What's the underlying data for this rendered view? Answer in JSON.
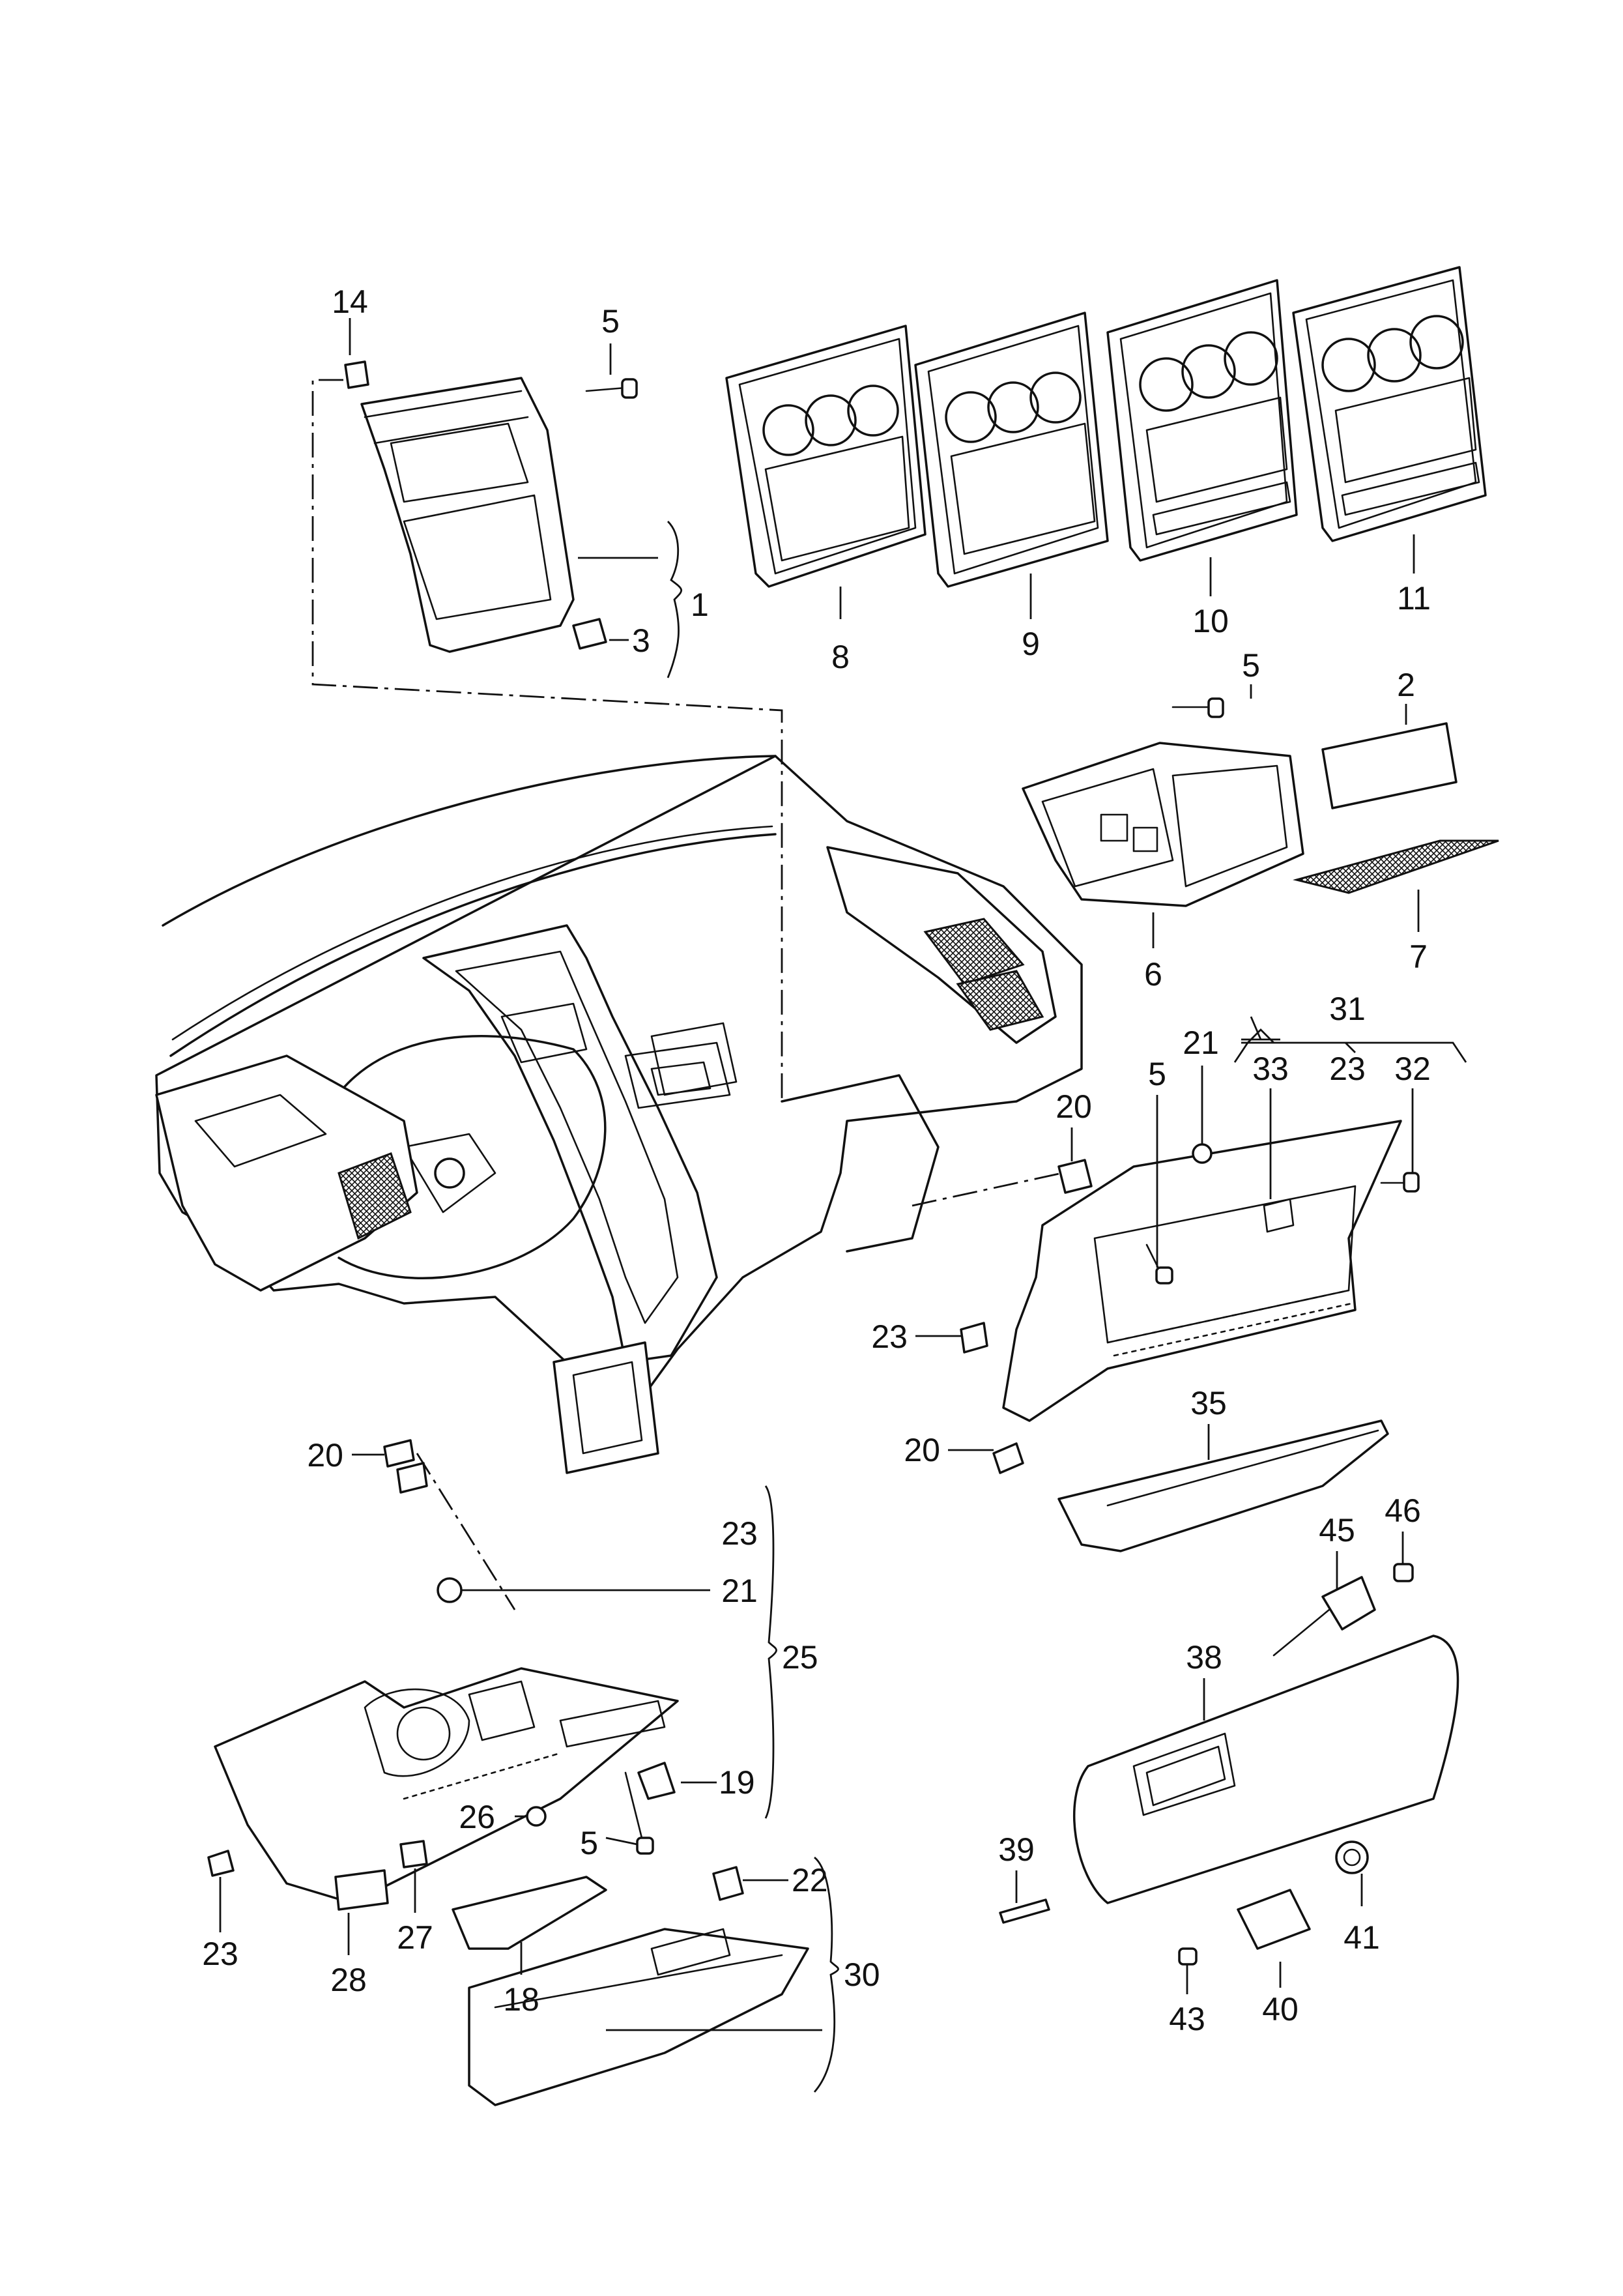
{
  "diagram": {
    "labels": {
      "c1": "1",
      "c2": "2",
      "c3": "3",
      "c5a": "5",
      "c5b": "5",
      "c5c": "5",
      "c5d": "5",
      "c6": "6",
      "c7": "7",
      "c8": "8",
      "c9": "9",
      "c10": "10",
      "c11": "11",
      "c14": "14",
      "c18": "18",
      "c19": "19",
      "c20a": "20",
      "c20b": "20",
      "c20c": "20",
      "c21a": "21",
      "c21b": "21",
      "c22": "22",
      "c23a": "23",
      "c23b": "23",
      "c23c": "23",
      "c23d": "23",
      "c25": "25",
      "c26": "26",
      "c27": "27",
      "c28": "28",
      "c30": "30",
      "c31": "31",
      "c32": "32",
      "c33": "33",
      "c35": "35",
      "c38": "38",
      "c39": "39",
      "c40": "40",
      "c41": "41",
      "c43": "43",
      "c45": "45",
      "c46": "46"
    }
  }
}
